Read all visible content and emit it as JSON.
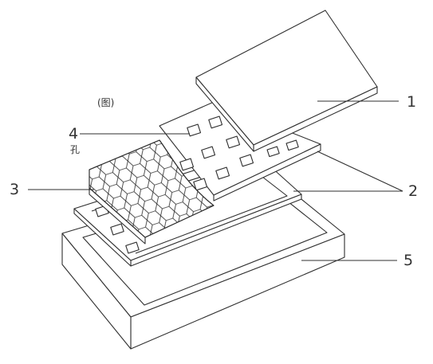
{
  "figure_caption": "(图)",
  "hole_label": "孔",
  "labels": {
    "top_plate": "1",
    "mold_frame": "2",
    "honeycomb_layer": "3",
    "hole": "4",
    "base_block": "5"
  },
  "colors": {
    "stroke": "#2f2f2f",
    "fill": "#ffffff",
    "text": "#333333"
  }
}
